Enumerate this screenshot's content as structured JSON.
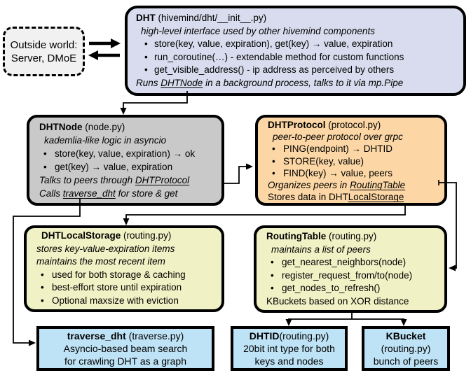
{
  "glyphs": {
    "bullet": "•"
  },
  "colors": {
    "border": "#000000",
    "arrow": "#000000",
    "dht_fill": "#d9dcee",
    "node_fill": "#c9c9c9",
    "protocol_fill": "#fcd7a5",
    "storage_fill": "#f0f1c4",
    "routing_fill": "#f0f1c4",
    "bottom_fill": "#bfe3f6",
    "outside_fill": "#f1f1f1"
  },
  "outside": {
    "line1": "Outside world:",
    "line2": "Server, DMoE"
  },
  "dht": {
    "title": "DHT",
    "file": " (hivemind/dht/__init__.py)",
    "subtitle": "high-level interface used by other hivemind components",
    "bullet1": "store(key, value, expiration), get(key) → value, expiration",
    "bullet2": "run_coroutine(…) - extendable method for custom functions",
    "bullet3": "get_visible_address() - ip address as perceived by others",
    "footer_pre": "Runs ",
    "footer_link": "DHTNode",
    "footer_post": " in a background process, talks to it via mp.Pipe"
  },
  "dhtnode": {
    "title": "DHTNode",
    "file": " (node.py)",
    "subtitle": "kademlia-like logic in asyncio",
    "bullet1": "store(key, value, expiration) → ok",
    "bullet2": "get(key) → value, expiration",
    "footer1_pre": "Talks to peers through ",
    "footer1_link": "DHTProtocol",
    "footer2_pre": "Calls ",
    "footer2_link": "traverse_dht",
    "footer2_post": " for store & get"
  },
  "dhtprotocol": {
    "title": "DHTProtocol",
    "file": " (protocol.py)",
    "subtitle": "peer-to-peer protocol over grpc",
    "bullet1": "PING(endpoint) → DHTID",
    "bullet2": "STORE(key, value)",
    "bullet3": "FIND(key) → value, peers",
    "footer1_pre": "Organizes peers in ",
    "footer1_link": "RoutingTable",
    "footer2_pre": "Stores data in DHT",
    "footer2_link": "LocalStorage"
  },
  "localstorage": {
    "title": "DHTLocalStorage",
    "file": " (routing.py)",
    "subtitle1": "stores key-value-expiration items",
    "subtitle2": "maintains the most recent item",
    "bullet1": "used for both storage & caching",
    "bullet2": "best-effort store until expiration",
    "bullet3": "Optional maxsize with eviction"
  },
  "routingtable": {
    "title": "RoutingTable",
    "file": " (routing.py)",
    "subtitle": "maintains a list of peers",
    "bullet1": "get_nearest_neighbors(node)",
    "bullet2": "register_request_from/to(node)",
    "bullet3": "get_nodes_to_refresh()",
    "footer": "KBuckets based on XOR distance"
  },
  "traverse": {
    "title": "traverse_dht",
    "file": " (traverse.py)",
    "line2": "Asyncio-based beam search",
    "line3": "for crawling DHT as a graph"
  },
  "dhtid": {
    "title": "DHTID",
    "file": "(routing.py)",
    "line2": "20bit int type for both",
    "line3": "keys and nodes"
  },
  "kbucket": {
    "title": "KBucket",
    "file": "(routing.py)",
    "line3": "bunch of peers"
  }
}
